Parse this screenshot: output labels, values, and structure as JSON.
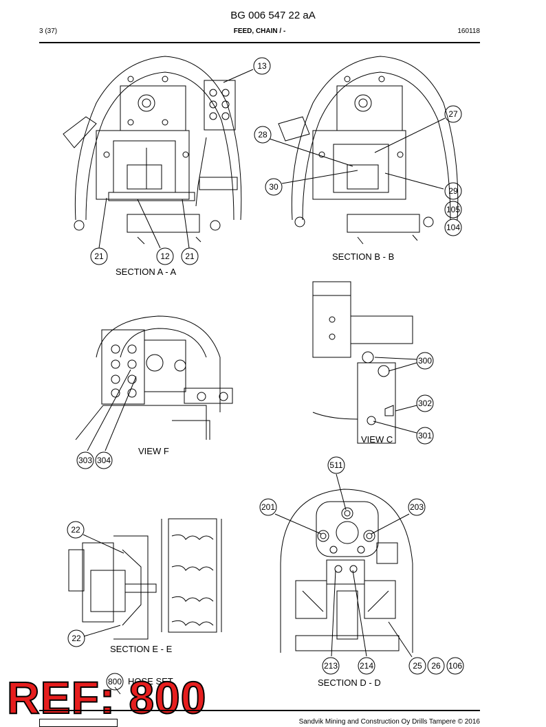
{
  "header": {
    "doc_number": "BG 006 547 22 aA",
    "page": "3 (37)",
    "title": "FEED, CHAIN / -",
    "code": "160118"
  },
  "captions": {
    "section_aa": "SECTION A - A",
    "section_bb": "SECTION B - B",
    "view_f": "VIEW F",
    "view_c": "VIEW C",
    "section_ee": "SECTION E - E",
    "section_dd": "SECTION D - D",
    "hose_set": "HOSE SET"
  },
  "callouts": {
    "c13": "13",
    "c21a": "21",
    "c12": "12",
    "c21b": "21",
    "c27": "27",
    "c28": "28",
    "c30": "30",
    "c29": "29",
    "c105": "105",
    "c104": "104",
    "c300": "300",
    "c302": "302",
    "c301": "301",
    "c303": "303",
    "c304": "304",
    "c511": "511",
    "c201": "201",
    "c203": "203",
    "c22a": "22",
    "c22b": "22",
    "c213": "213",
    "c214": "214",
    "c25": "25",
    "c26": "26",
    "c106": "106",
    "c800": "800"
  },
  "stamp": "REF: 800",
  "footer": {
    "copyright": "Sandvik Mining and Construction Oy Drills Tampere © 2016"
  }
}
